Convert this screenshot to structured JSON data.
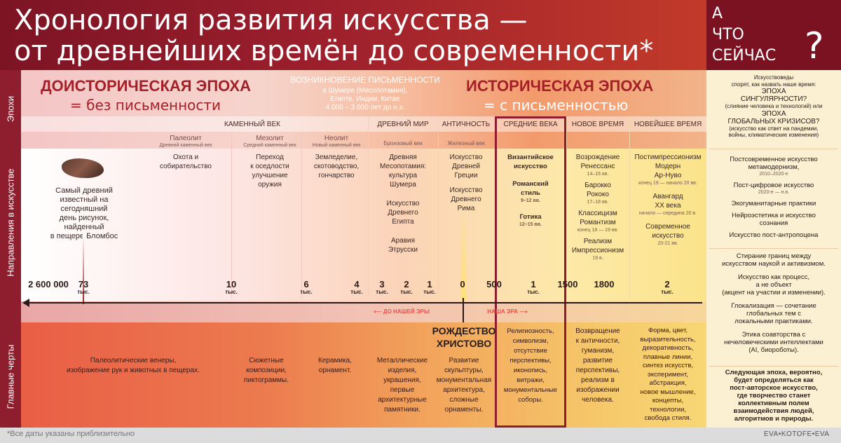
{
  "header": {
    "title_line1": "Хронология развития искусства —",
    "title_line2": "от древнейших времён до современности*",
    "right_line1": "А",
    "right_line2": "ЧТО",
    "right_line3": "СЕЙЧАС",
    "right_qmark": "?"
  },
  "sections": {
    "epochs": "Эпохи",
    "directions": "Направления в искусстве",
    "features": "Главные черты"
  },
  "eras": {
    "prehistoric_title": "ДОИСТОРИЧЕСКАЯ ЭПОХА",
    "prehistoric_sub": "= без письменности",
    "writing_title": "ВОЗНИКНОВЕНИЕ ПИСЬМЕННОСТИ",
    "writing_l1": "в Шумере (Месопотамия),",
    "writing_l2": "Египте, Индии, Китае",
    "writing_l3": "4 000 – 3 000 лет до н.э.",
    "historic_title": "ИСТОРИЧЕСКАЯ ЭПОХА",
    "historic_sub": "= с письменностью"
  },
  "periods": {
    "stone": "КАМЕННЫЙ ВЕК",
    "ancient": "ДРЕВНИЙ МИР",
    "antiquity": "АНТИЧНОСТЬ",
    "middle": "СРЕДНИЕ ВЕКА",
    "new": "НОВОЕ ВРЕМЯ",
    "newest": "НОВЕЙШЕЕ ВРЕМЯ",
    "paleo": "Палеолит",
    "paleo_s": "Древний каменный век",
    "meso": "Мезолит",
    "meso_s": "Средний каменный век",
    "neo": "Неолит",
    "neo_s": "Новый каменный век",
    "bronze": "Бронзовый век",
    "iron": "Железный век"
  },
  "directions": {
    "bl_1": "Самый древний",
    "bl_2": "известный на сегодняшний",
    "bl_3": "день рисунок,",
    "bl_4": "найденный",
    "bl_5": "в пещере Бломбос",
    "paleo_1": "Охота и",
    "paleo_2": "собирательство",
    "meso_1": "Переход",
    "meso_2": "к оседлости",
    "meso_3": "улучшение",
    "meso_4": "оружия",
    "neo_1": "Земледелие,",
    "neo_2": "скотоводство,",
    "neo_3": "гончарство",
    "anc_1": "Древняя",
    "anc_2": "Месопотамия:",
    "anc_3": "культура",
    "anc_4": "Шумера",
    "anc_5": "Искусство",
    "anc_6": "Древнего",
    "anc_7": "Египта",
    "anc_8": "Аравия",
    "anc_9": "Этрусски",
    "ant_1": "Искусство",
    "ant_2": "Древней",
    "ant_3": "Греции",
    "ant_4": "Искусство",
    "ant_5": "Древнего",
    "ant_6": "Рима",
    "mid_1": "Византийское",
    "mid_2": "искусство",
    "mid_3": "Романский",
    "mid_4": "стиль",
    "mid_5": "9–12 вв.",
    "mid_6": "Готика",
    "mid_7": "12–15 вв.",
    "new_1": "Возрождение",
    "new_2": "Ренессанс",
    "new_3": "14–16 вв.",
    "new_4": "Барокко",
    "new_5": "Рококо",
    "new_6": "17–18 вв.",
    "new_7": "Классицизм",
    "new_8": "Романтизм",
    "new_9": "конец 18 — 19 вв.",
    "new_10": "Реализм",
    "new_11": "Импрессионизм",
    "new_12": "19 в.",
    "nw_1": "Постимпрессионизм",
    "nw_2": "Модерн",
    "nw_3": "Ар-Нуво",
    "nw_4": "конец 19 — начало 20 вв.",
    "nw_5": "Авангард",
    "nw_6": "XX века",
    "nw_7": "начало — середина 20 в.",
    "nw_8": "Современное",
    "nw_9": "искусство",
    "nw_10": "20-21 вв."
  },
  "axis": {
    "t1": "2 600 000",
    "t2": "73",
    "t2s": "тыс.",
    "t3": "10",
    "t3s": "тыс.",
    "t4": "6",
    "t4s": "тыс.",
    "t5": "4",
    "t5s": "тыс.",
    "t6": "3",
    "t6s": "тыс.",
    "t7": "2",
    "t7s": "тыс.",
    "t8": "1",
    "t8s": "тыс.",
    "t9": "0",
    "t10": "500",
    "t11": "1",
    "t11s": "тыс.",
    "t12": "1500",
    "t13": "1800",
    "t14": "2",
    "t14s": "тыс.",
    "bc": "ДО НАШЕЙ ЭРЫ",
    "ad": "НАША ЭРА"
  },
  "features": {
    "paleo_1": "Палеолитические венеры,",
    "paleo_2": "изображение рук и животных в пещерах.",
    "meso_1": "Сюжетные",
    "meso_2": "композиции,",
    "meso_3": "пиктограммы.",
    "neo_1": "Керамика,",
    "neo_2": "орнамент.",
    "anc_1": "Металлические",
    "anc_2": "изделия,",
    "anc_3": "украшения,",
    "anc_4": "первые",
    "anc_5": "архитектурные",
    "anc_6": "памятники.",
    "xmas_1": "РОЖДЕСТВО",
    "xmas_2": "ХРИСТОВО",
    "ant_1": "Развитие",
    "ant_2": "скульптуры,",
    "ant_3": "монументальная",
    "ant_4": "архитектура,",
    "ant_5": "сложные",
    "ant_6": "орнаменты.",
    "mid_1": "Религиозность,",
    "mid_2": "символизм,",
    "mid_3": "отсутствие",
    "mid_4": "перспективы,",
    "mid_5": "иконопись,",
    "mid_6": "витражи,",
    "mid_7": "монументальные",
    "mid_8": "соборы.",
    "new_1": "Возвращение",
    "new_2": "к античности,",
    "new_3": "гуманизм,",
    "new_4": "развитие",
    "new_5": "перспективы,",
    "new_6": "реализм в",
    "new_7": "изображении",
    "new_8": "человека.",
    "nw_1": "Форма, цвет,",
    "nw_2": "выразительность,",
    "nw_3": "декоративность,",
    "nw_4": "плавные линии,",
    "nw_5": "синтез искусств,",
    "nw_6": "эксперимент,",
    "nw_7": "абстракция,",
    "nw_8": "новое мышление,",
    "nw_9": "концепты,",
    "nw_10": "технологии,",
    "nw_11": "свобода стиля."
  },
  "right": {
    "r1": "Искусствоведы",
    "r2": "спорят, как назвать наше время:",
    "r3": "ЭПОХА",
    "r4": "СИНГУЛЯРНОСТИ?",
    "r5": "(слияние человека и технологий) или",
    "r6": "ЭПОХА",
    "r7": "ГЛОБАЛЬНЫХ КРИЗИСОВ?",
    "r8": "(искусство как ответ на пандемии,",
    "r9": "войны, климатические изменения)",
    "d1": "Постсовременное искусство",
    "d2": "метамодернизм,",
    "d3": "2010–2020-е",
    "d4": "Пост-цифровое искусство",
    "d5": "2020-е — н.в.",
    "d6": "Экогуманитарные практики",
    "d7": "Нейроэстетика и искусство",
    "d8": "сознания",
    "d9": "Искусство пост-антропоцена",
    "f1": "Стирание границ между",
    "f2": "искусством наукой и активизмом.",
    "f3": "Искусство как процесс,",
    "f4": "а не объект",
    "f5": "(акцент на участии и изменении).",
    "f6": "Глокализация — сочетание",
    "f7": "глобальных тем с",
    "f8": "локальными практиками.",
    "f9": "Этика соавторства с",
    "f10": "нечеловеческими интеллектами",
    "f11": "(AI, биороботы).",
    "n1": "Следующая эпоха, вероятно,",
    "n2": "будет определяться как",
    "n3": "пост-авторское искусство,",
    "n4": "где творчество станет",
    "n5": "коллективным полем",
    "n6": "взаимодействия людей,",
    "n7": "алгоритмов и природы."
  },
  "footer": {
    "note": "*Все даты указаны приблизительно",
    "brand": "EVA•KOTOFE•EVA"
  }
}
